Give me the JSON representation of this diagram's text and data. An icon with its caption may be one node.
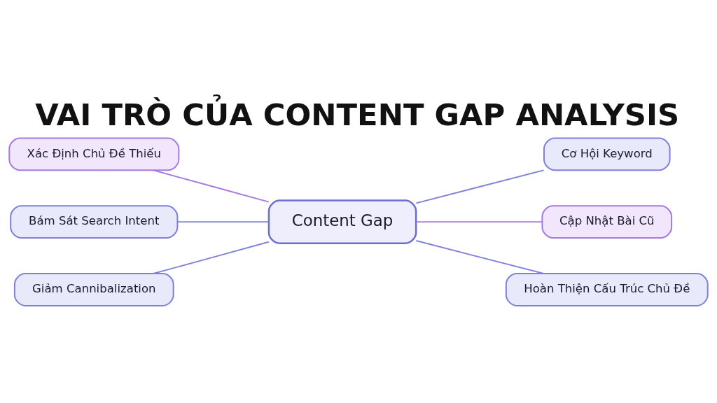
{
  "diagram": {
    "title": "VAI TRÒ CỦA CONTENT GAP ANALYSIS",
    "nodes": [
      {
        "text": [
          "Xác Định Chủ Đề Thiếu"
        ]
      },
      {
        "text": [
          "Cơ Hội Keyword"
        ]
      },
      {
        "text": [
          "Bám Sát Search Intent"
        ]
      },
      {
        "text": [
          "Content Gap"
        ]
      },
      {
        "text": [
          "Cập Nhật Bài Cũ"
        ]
      },
      {
        "text": [
          "Giảm Cannibalization"
        ]
      },
      {
        "text": [
          "Hoàn Thiện Cấu Trúc Chủ Đề"
        ]
      }
    ],
    "edges": [
      {
        "from": 0,
        "to": 3,
        "arrow": "none",
        "color": "#a77bdc"
      },
      {
        "from": 3,
        "to": 1,
        "arrow": "none"
      },
      {
        "from": 2,
        "to": 3,
        "arrow": "none"
      },
      {
        "from": 3,
        "to": 4,
        "arrow": "none",
        "color": "#a77bdc"
      },
      {
        "from": 5,
        "to": 3,
        "arrow": "none"
      },
      {
        "from": 3,
        "to": 6,
        "arrow": "none"
      }
    ]
  }
}
